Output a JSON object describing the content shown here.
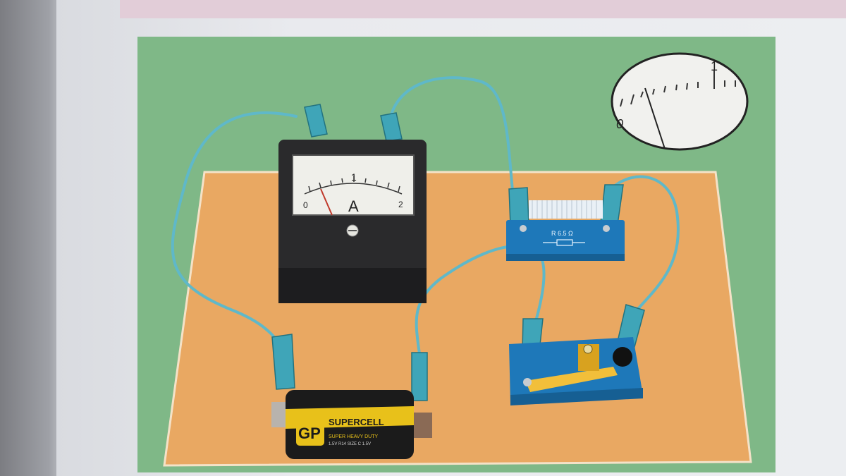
{
  "ammeter": {
    "label_zero": "0",
    "label_one": "1",
    "label_two": "2",
    "unit": "A"
  },
  "inset_scale": {
    "label_zero": "0",
    "label_one": "1"
  },
  "battery": {
    "brand": "GP",
    "line1": "SUPERCELL",
    "line2": "SUPER HEAVY DUTY",
    "line3": "1.5V R14 SIZE C 1.5V"
  },
  "resistor": {
    "label": "R 6.5 Ω"
  },
  "colors": {
    "green_background": "#7fb887",
    "orange_board": "#e9a862",
    "wire": "#5fb8c9",
    "component_base": "#1e78b9"
  }
}
